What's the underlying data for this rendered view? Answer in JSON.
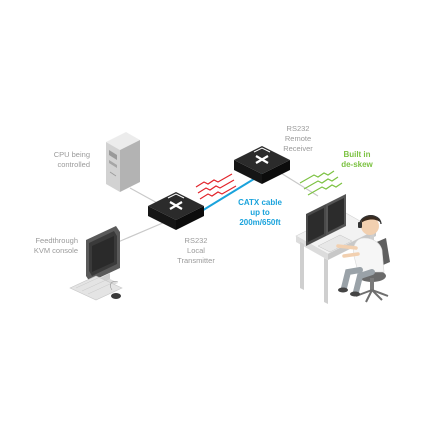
{
  "labels": {
    "cpu": [
      "CPU being",
      "controlled"
    ],
    "console": [
      "Feedthrough",
      "KVM console"
    ],
    "transmitter": [
      "RS232",
      "Local",
      "Transmitter"
    ],
    "receiver": [
      "RS232",
      "Remote",
      "Receiver"
    ],
    "cable": [
      "CATX cable",
      "up to",
      "200m/650ft"
    ],
    "deskew": [
      "Built in",
      "de-skew"
    ]
  },
  "colors": {
    "cable": "#1aa3dc",
    "rs232_signal": "#e2232a",
    "deskew_signal": "#7cc242",
    "label_gray": "#9a9a9a",
    "device_body": "#1e1e1e"
  },
  "icons": [
    "cpu-tower-icon",
    "kvm-console-icon",
    "transmitter-unit-icon",
    "receiver-unit-icon",
    "remote-user-workstation-icon"
  ]
}
